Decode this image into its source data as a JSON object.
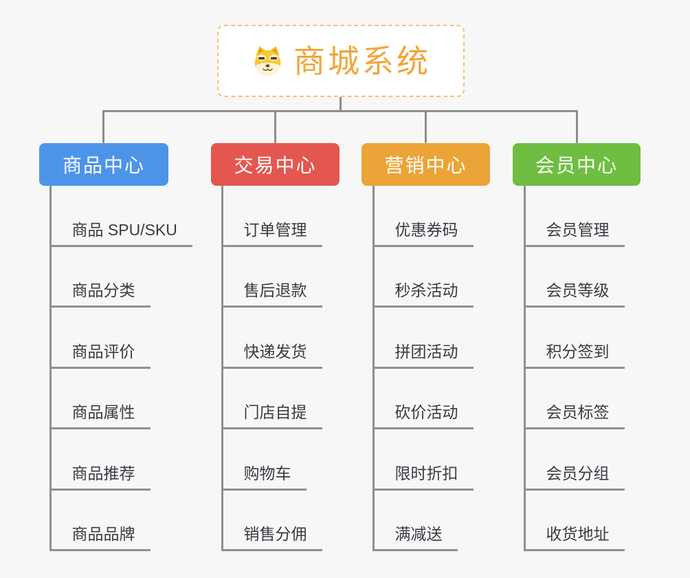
{
  "root": {
    "title": "商城系统",
    "icon": "dog-icon"
  },
  "branches": [
    {
      "label": "商品中心",
      "color": "#4d94e8",
      "children": [
        "商品 SPU/SKU",
        "商品分类",
        "商品评价",
        "商品属性",
        "商品推荐",
        "商品品牌"
      ]
    },
    {
      "label": "交易中心",
      "color": "#e45750",
      "children": [
        "订单管理",
        "售后退款",
        "快递发货",
        "门店自提",
        "购物车",
        "销售分佣"
      ]
    },
    {
      "label": "营销中心",
      "color": "#eba437",
      "children": [
        "优惠券码",
        "秒杀活动",
        "拼团活动",
        "砍价活动",
        "限时折扣",
        "满减送"
      ]
    },
    {
      "label": "会员中心",
      "color": "#6fbe42",
      "children": [
        "会员管理",
        "会员等级",
        "积分签到",
        "会员标签",
        "会员分组",
        "收货地址"
      ]
    }
  ],
  "colors": {
    "canvas_background": "#f7f7f7",
    "connector_gray": "#8c8c8c",
    "root_accent_orange": "#f0a63a",
    "root_border_orange": "#f7c272"
  }
}
